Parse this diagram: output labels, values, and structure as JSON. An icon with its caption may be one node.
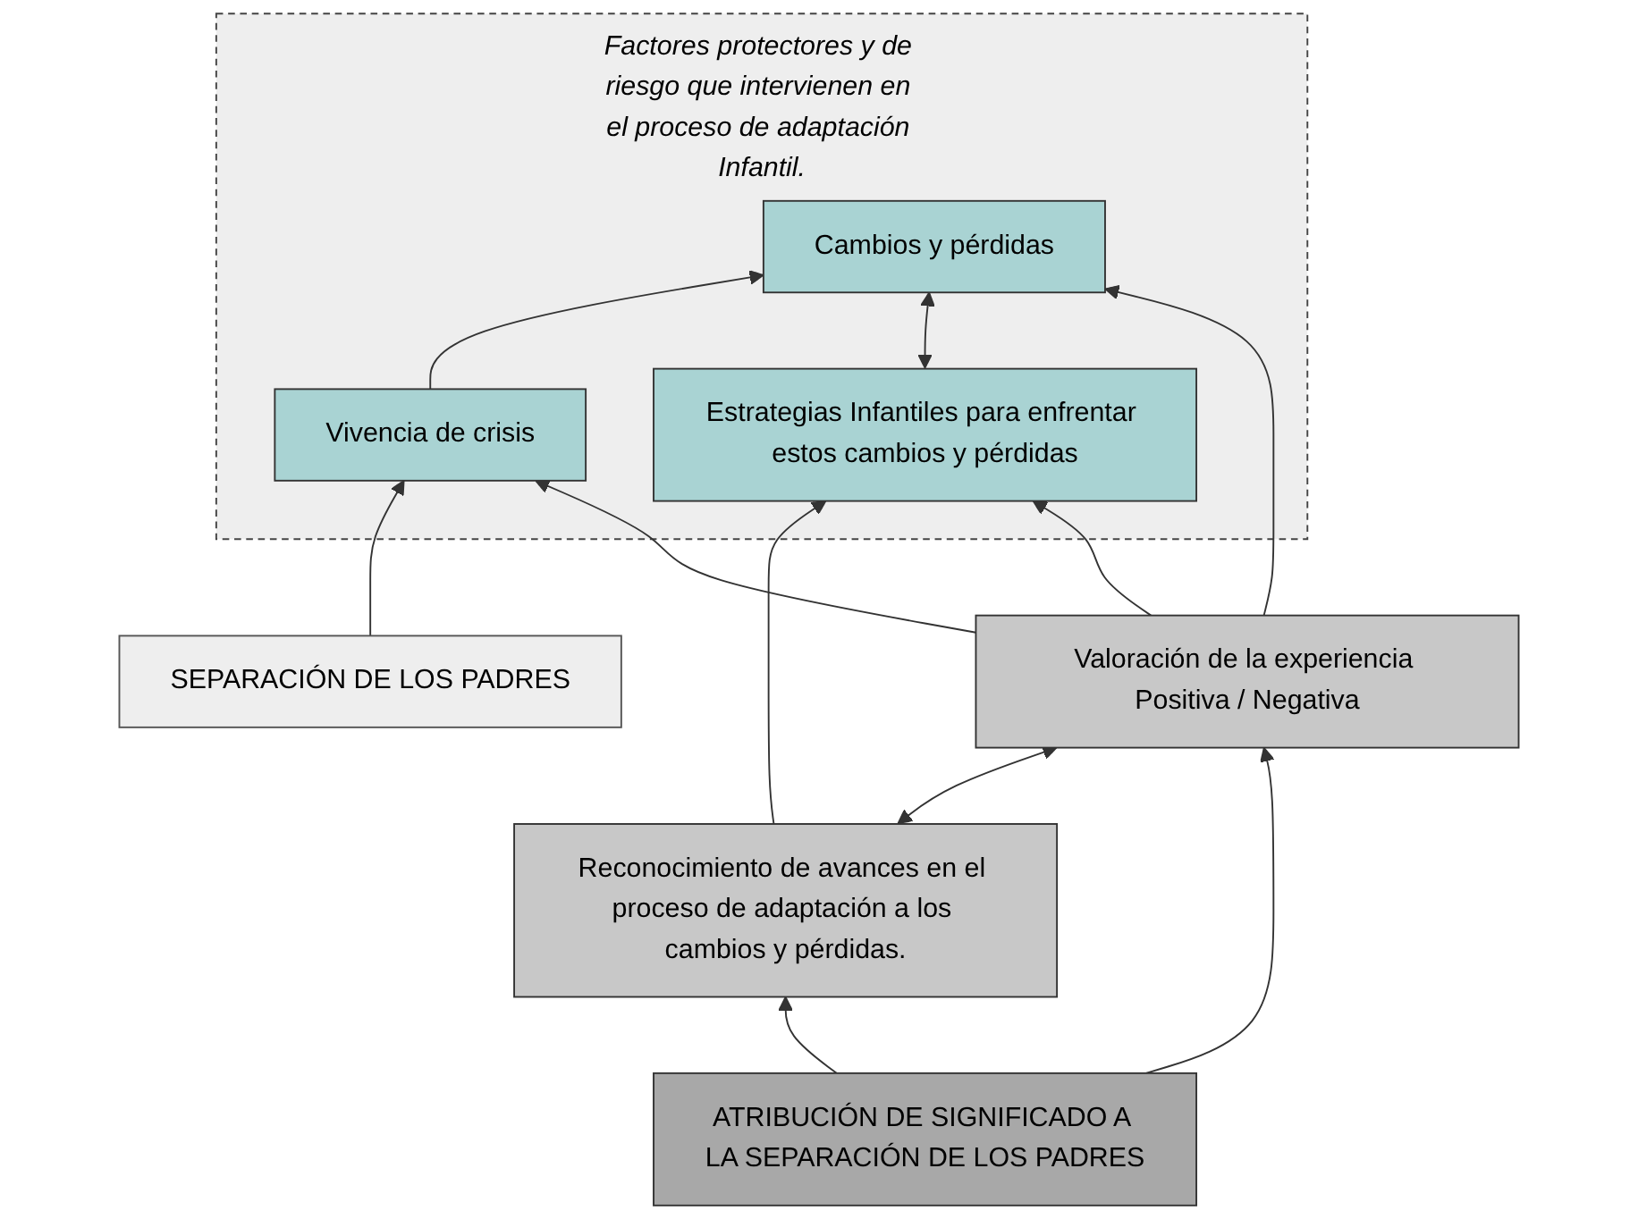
{
  "diagram": {
    "nodes": [
      {
        "text": [
          "SEPARACIÓN DE LOS PADRES"
        ]
      },
      {
        "text": [
          "Factores protectores y de riesgo que intervienen en el proceso de adaptación Infantil."
        ]
      },
      {
        "text": [
          "Vivencia de crisis"
        ],
        "in": 1
      },
      {
        "text": [
          "Cambios y pérdidas"
        ],
        "in": 1
      },
      {
        "text": [
          "Estrategias Infantiles para enfrentar estos cambios y pérdidas"
        ],
        "in": 1
      },
      {
        "text": [
          "Reconocimiento de avances en el proceso de adaptación a los cambios y pérdidas."
        ]
      },
      {
        "text": [
          "Valoración de la experiencia Positiva / Negativa"
        ]
      },
      {
        "text": [
          "ATRIBUCIÓN DE SIGNIFICADO A LA SEPARACIÓN DE LOS PADRES"
        ]
      }
    ],
    "edges": [
      {
        "from": 0,
        "to": 2,
        "arrow": "to"
      },
      {
        "from": 2,
        "to": 3,
        "arrow": "to"
      },
      {
        "from": 4,
        "to": 3,
        "arrow": "both"
      },
      {
        "from": 5,
        "to": 4,
        "arrow": "to"
      },
      {
        "from": 6,
        "to": 4,
        "arrow": "to"
      },
      {
        "from": 5,
        "to": 6,
        "arrow": "both"
      },
      {
        "from": 6,
        "to": 2,
        "arrow": "to"
      },
      {
        "from": 6,
        "to": 3,
        "arrow": "to"
      },
      {
        "from": 7,
        "to": 5,
        "arrow": "to"
      },
      {
        "from": 7,
        "to": 6,
        "arrow": "to"
      }
    ]
  }
}
